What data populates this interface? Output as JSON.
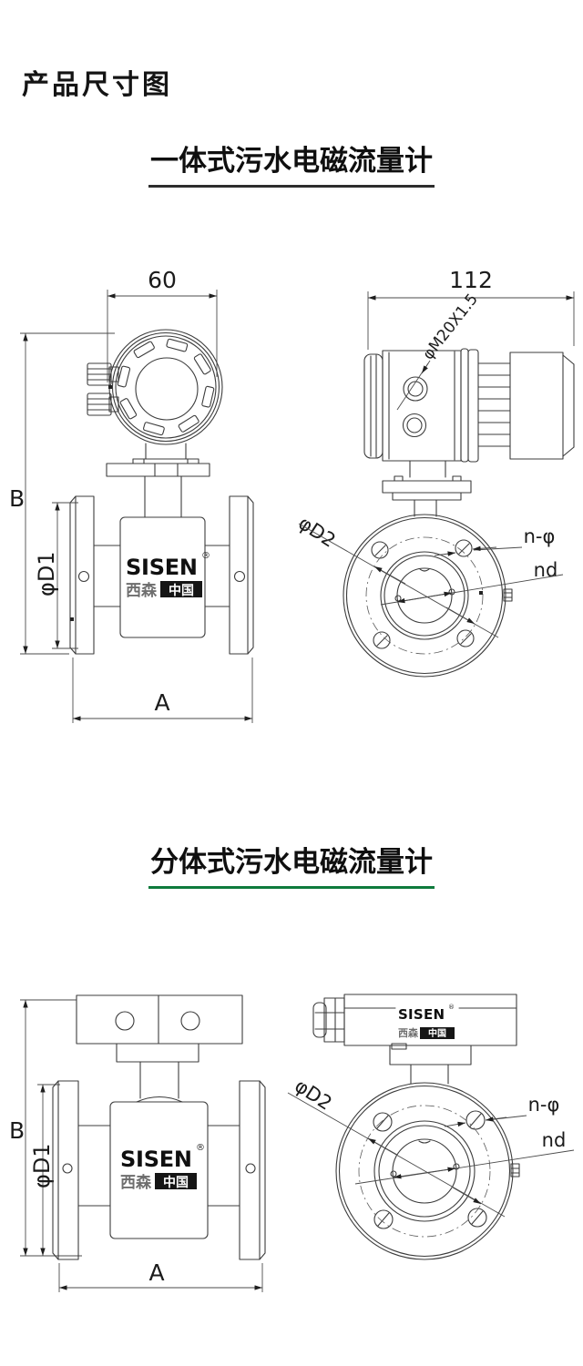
{
  "page_title": "产品尺寸图",
  "brand_logo": {
    "name": "SISEN",
    "registered": "®",
    "cn_left": "西森",
    "cn_right": "中国"
  },
  "integrated": {
    "title": "一体式污水电磁流量计",
    "labels": {
      "width": "60",
      "length": "112",
      "height": "B",
      "flange_od": "φD1",
      "body_length": "A",
      "thread": "φM20X1.5",
      "bolt_circle": "φD2",
      "bolt_holes": "n-φ",
      "bolt_inner": "nd"
    }
  },
  "split": {
    "title": "分体式污水电磁流量计",
    "labels": {
      "height": "B",
      "flange_od": "φD1",
      "body_length": "A",
      "bolt_circle": "φD2",
      "bolt_holes": "n-φ",
      "bolt_inner": "nd"
    }
  },
  "colors": {
    "accent_green_underline": "#0e7a3c",
    "dark_underline": "#2d2d2d",
    "drawing_line": "#3c3c3c",
    "text": "#1b1b1b"
  }
}
